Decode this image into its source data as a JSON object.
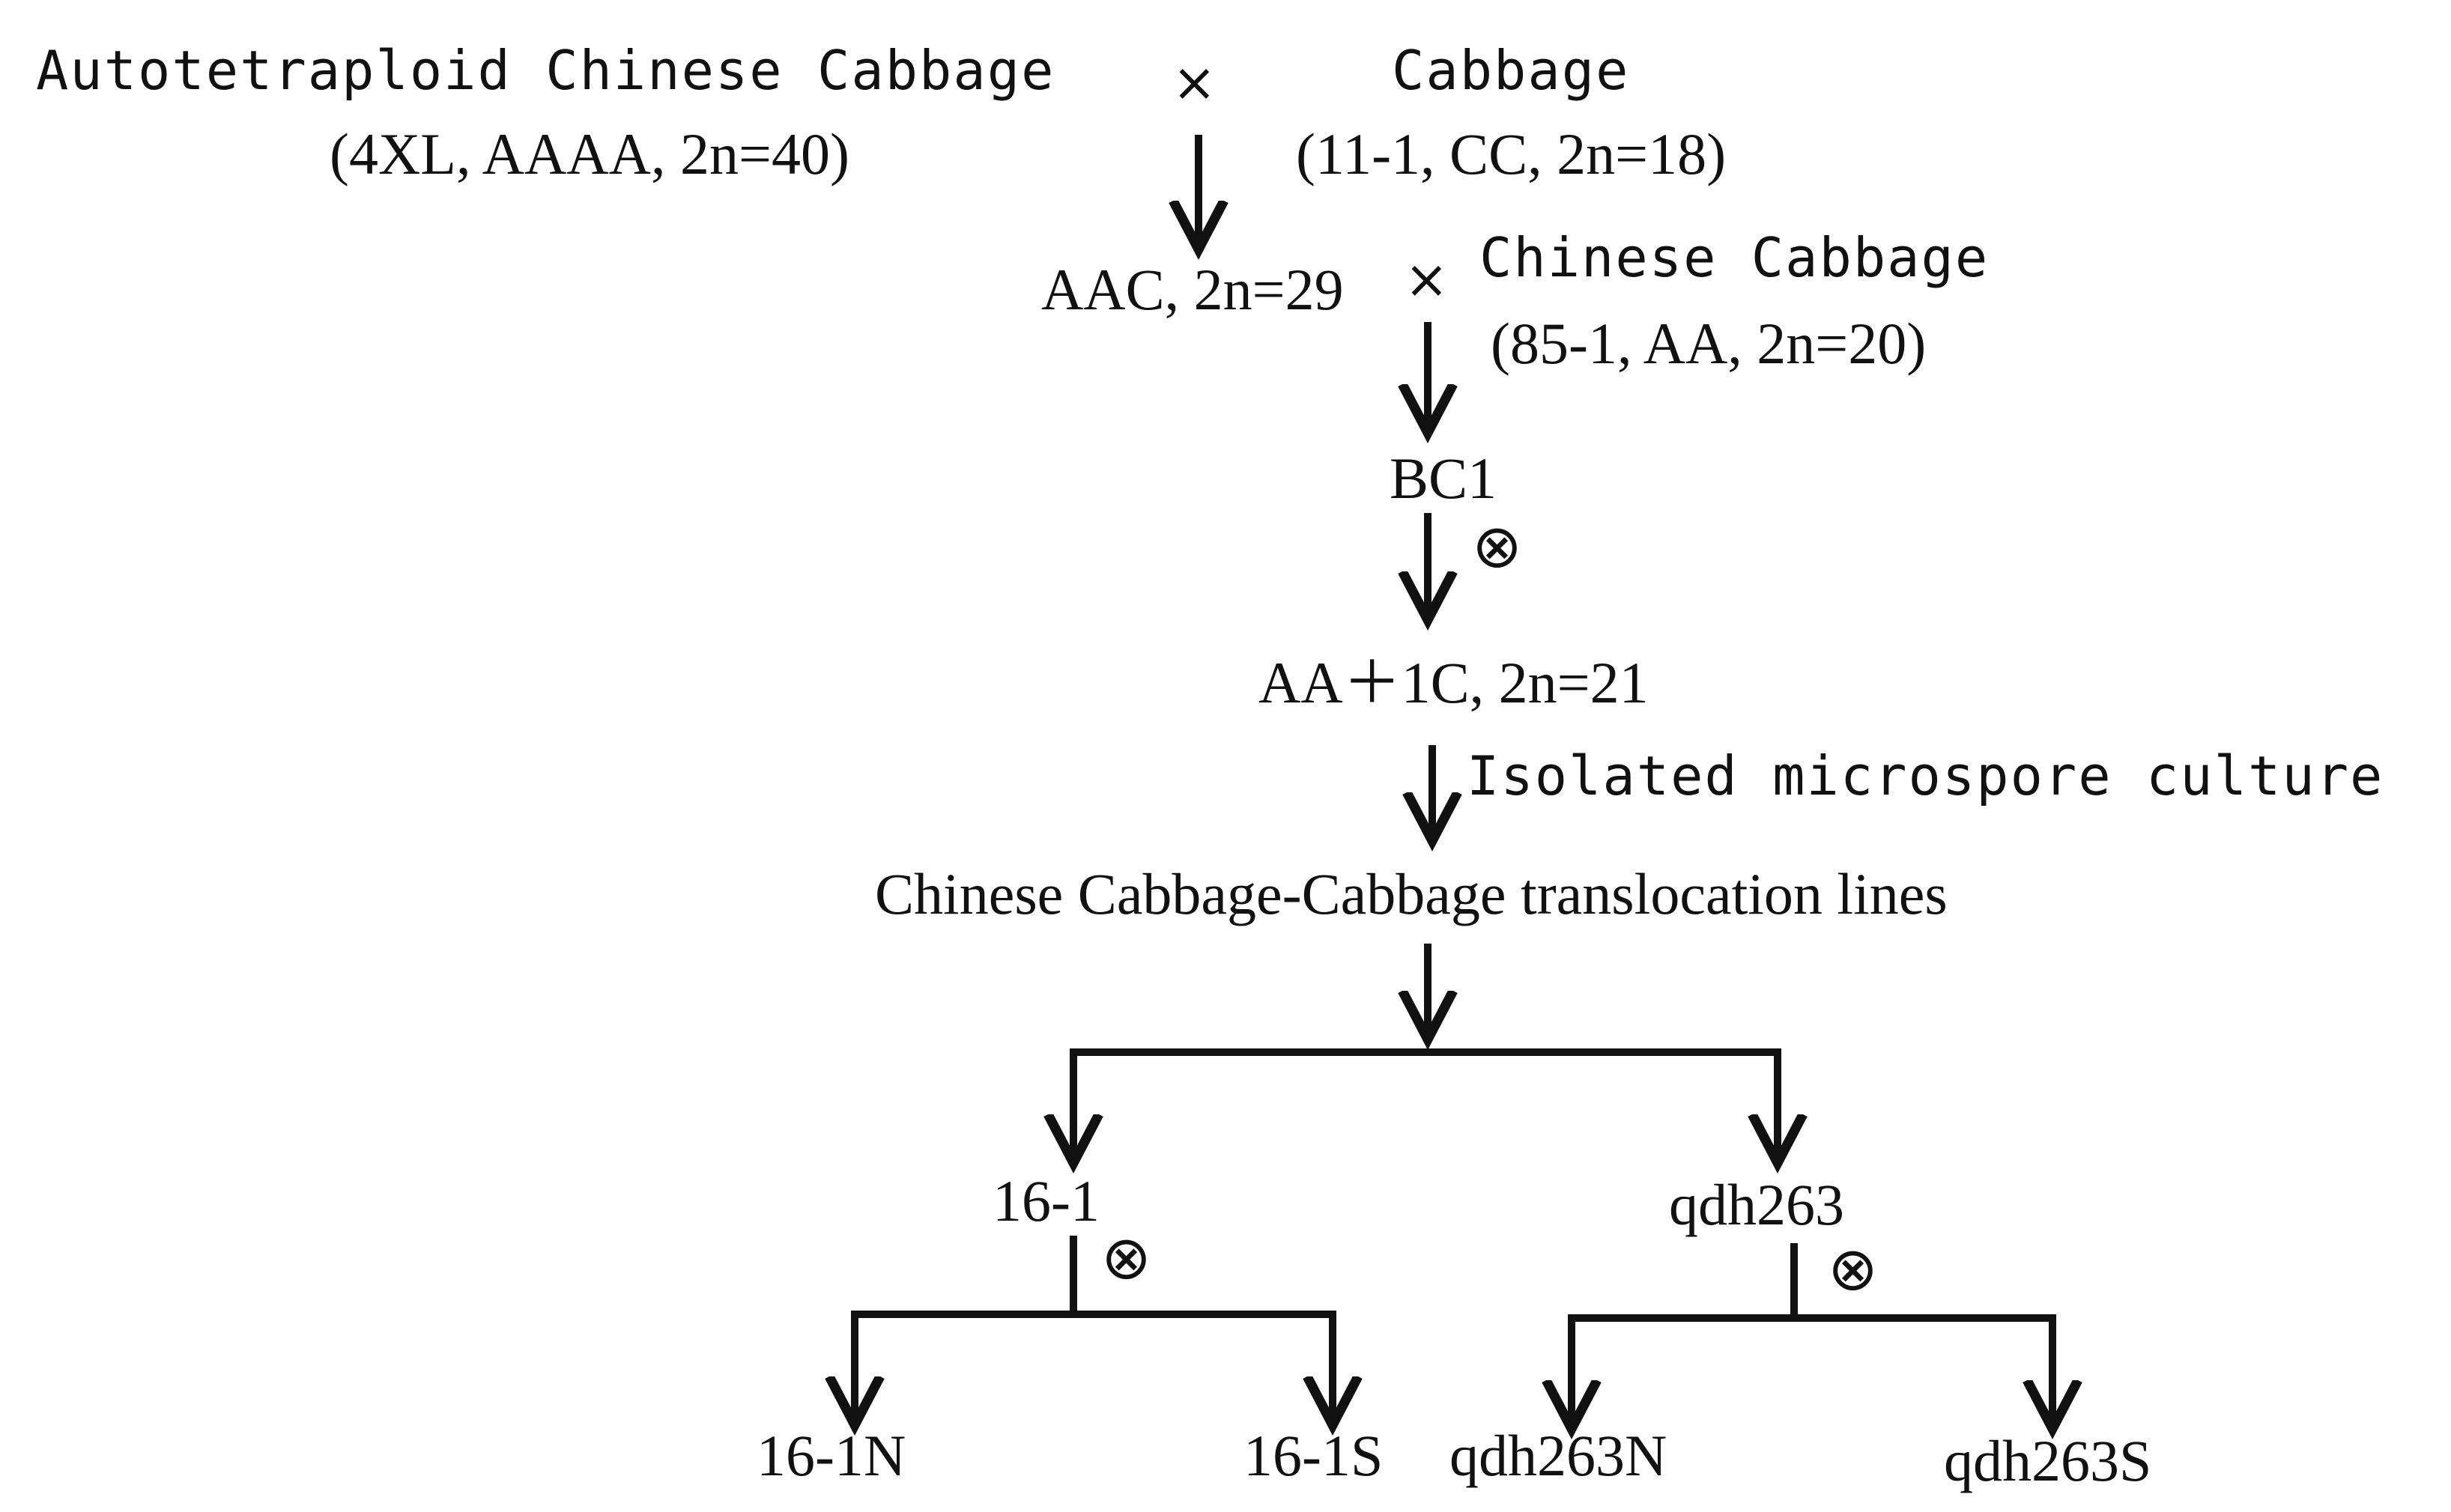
{
  "parents": {
    "p1_name": "Autotetraploid Chinese Cabbage",
    "p1_detail": "(4XL, AAAA, 2n=40)",
    "p2_name": "Cabbage",
    "p2_detail": "(11-1, CC, 2n=18)",
    "cross_symbol": "×"
  },
  "generation1": {
    "label": "AAC, 2n=29",
    "cross_symbol": "×",
    "backcross_parent_name": "Chinese Cabbage",
    "backcross_parent_detail": "(85-1, AA, 2n=20)"
  },
  "bc1": {
    "label": "BC1",
    "selfing_symbol": "⊗"
  },
  "addition_line": {
    "label": "AA＋1C, 2n=21"
  },
  "culture_step": {
    "label": "Isolated microspore culture"
  },
  "translocation": {
    "label": "Chinese Cabbage-Cabbage translocation lines"
  },
  "lines": [
    {
      "label": "16-1",
      "selfing_symbol": "⊗",
      "children": [
        "16-1N",
        "16-1S"
      ]
    },
    {
      "label": "qdh263",
      "selfing_symbol": "⊗",
      "children": [
        "qdh263N",
        "qdh263S"
      ]
    }
  ]
}
